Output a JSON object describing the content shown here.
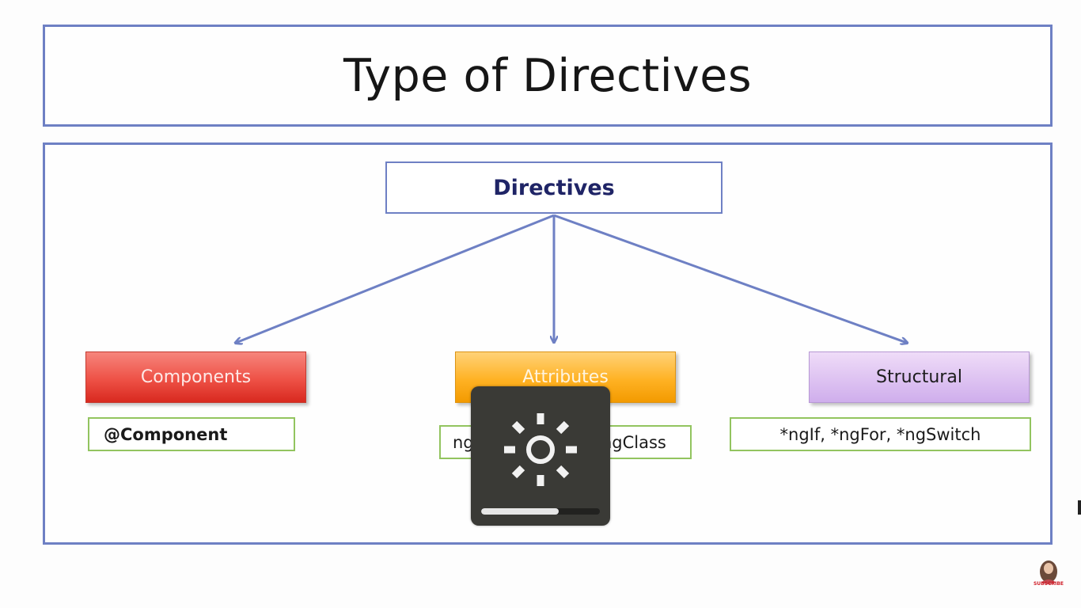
{
  "title": "Type of Directives",
  "diagram": {
    "root": "Directives",
    "categories": [
      {
        "label": "Components",
        "example": "@Component"
      },
      {
        "label": "Attributes",
        "example": "ngClass, ngStyle, ngClass"
      },
      {
        "label": "Structural",
        "example": "*ngIf, *ngFor, *ngSwitch"
      }
    ]
  },
  "overlay": {
    "icon": "brightness-sun-icon",
    "brightness_level_percent": 65
  },
  "watermark": {
    "subscribe": "SUBSCRIBE"
  },
  "colors": {
    "frame_border": "#6e80c4",
    "root_text": "#1f2466",
    "components": "#ee5146",
    "attributes": "#ffb224",
    "structural": "#dcc0f1",
    "example_border": "#92c45f",
    "overlay_bg": "#3a3a36"
  }
}
